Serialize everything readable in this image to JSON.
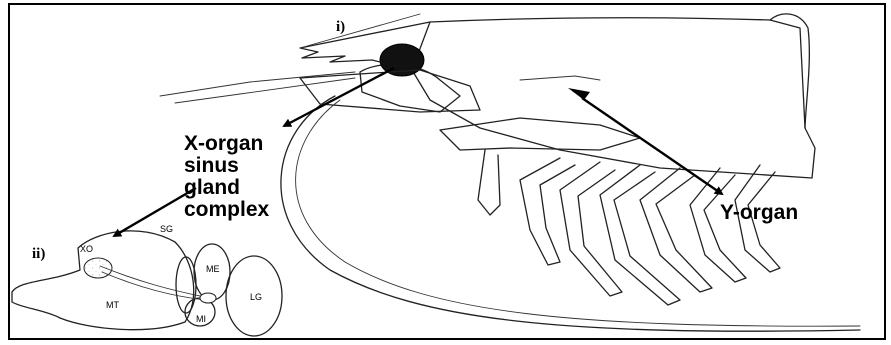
{
  "panels": {
    "i": "i)",
    "ii": "ii)"
  },
  "labels": {
    "xorgan_line1": "X-organ",
    "xorgan_line2": "sinus",
    "xorgan_line3": "gland",
    "xorgan_line4": "complex",
    "yorgan": "Y-organ"
  },
  "eyestalk_labels": {
    "xo": "XO",
    "sg": "SG",
    "me": "ME",
    "mt": "MT",
    "mi": "MI",
    "lg": "LG"
  }
}
